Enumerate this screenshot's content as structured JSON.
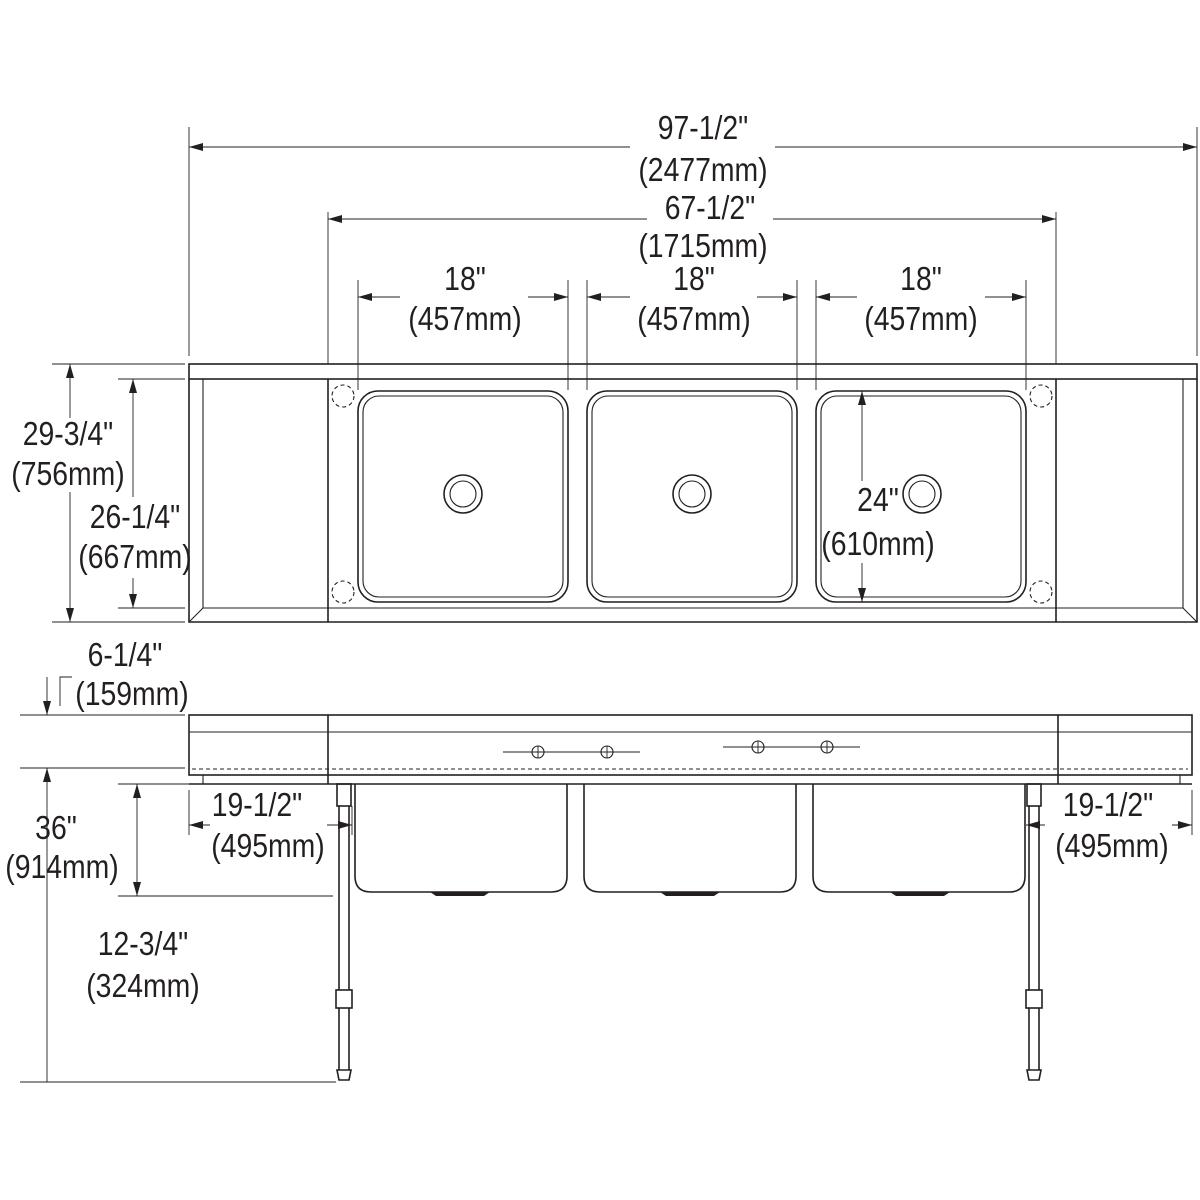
{
  "colors": {
    "line": "#231f20",
    "background": "#ffffff"
  },
  "dimensions": {
    "overall_length_in": "97-1/2\"",
    "overall_length_mm": "(2477mm)",
    "bowl_span_in": "67-1/2\"",
    "bowl_span_mm": "(1715mm)",
    "bowl1_width_in": "18\"",
    "bowl1_width_mm": "(457mm)",
    "bowl2_width_in": "18\"",
    "bowl2_width_mm": "(457mm)",
    "bowl3_width_in": "18\"",
    "bowl3_width_mm": "(457mm)",
    "overall_depth_in": "29-3/4\"",
    "overall_depth_mm": "(756mm)",
    "bowl_area_depth_in": "26-1/4\"",
    "bowl_area_depth_mm": "(667mm)",
    "bowl_front_back_in": "24\"",
    "bowl_front_back_mm": "(610mm)",
    "backsplash_height_in": "6-1/4\"",
    "backsplash_height_mm": "(159mm)",
    "drainboard_left_in": "19-1/2\"",
    "drainboard_left_mm": "(495mm)",
    "drainboard_right_in": "19-1/2\"",
    "drainboard_right_mm": "(495mm)",
    "work_height_in": "36\"",
    "work_height_mm": "(914mm)",
    "bowl_depth_in": "12-3/4\"",
    "bowl_depth_mm": "(324mm)"
  }
}
